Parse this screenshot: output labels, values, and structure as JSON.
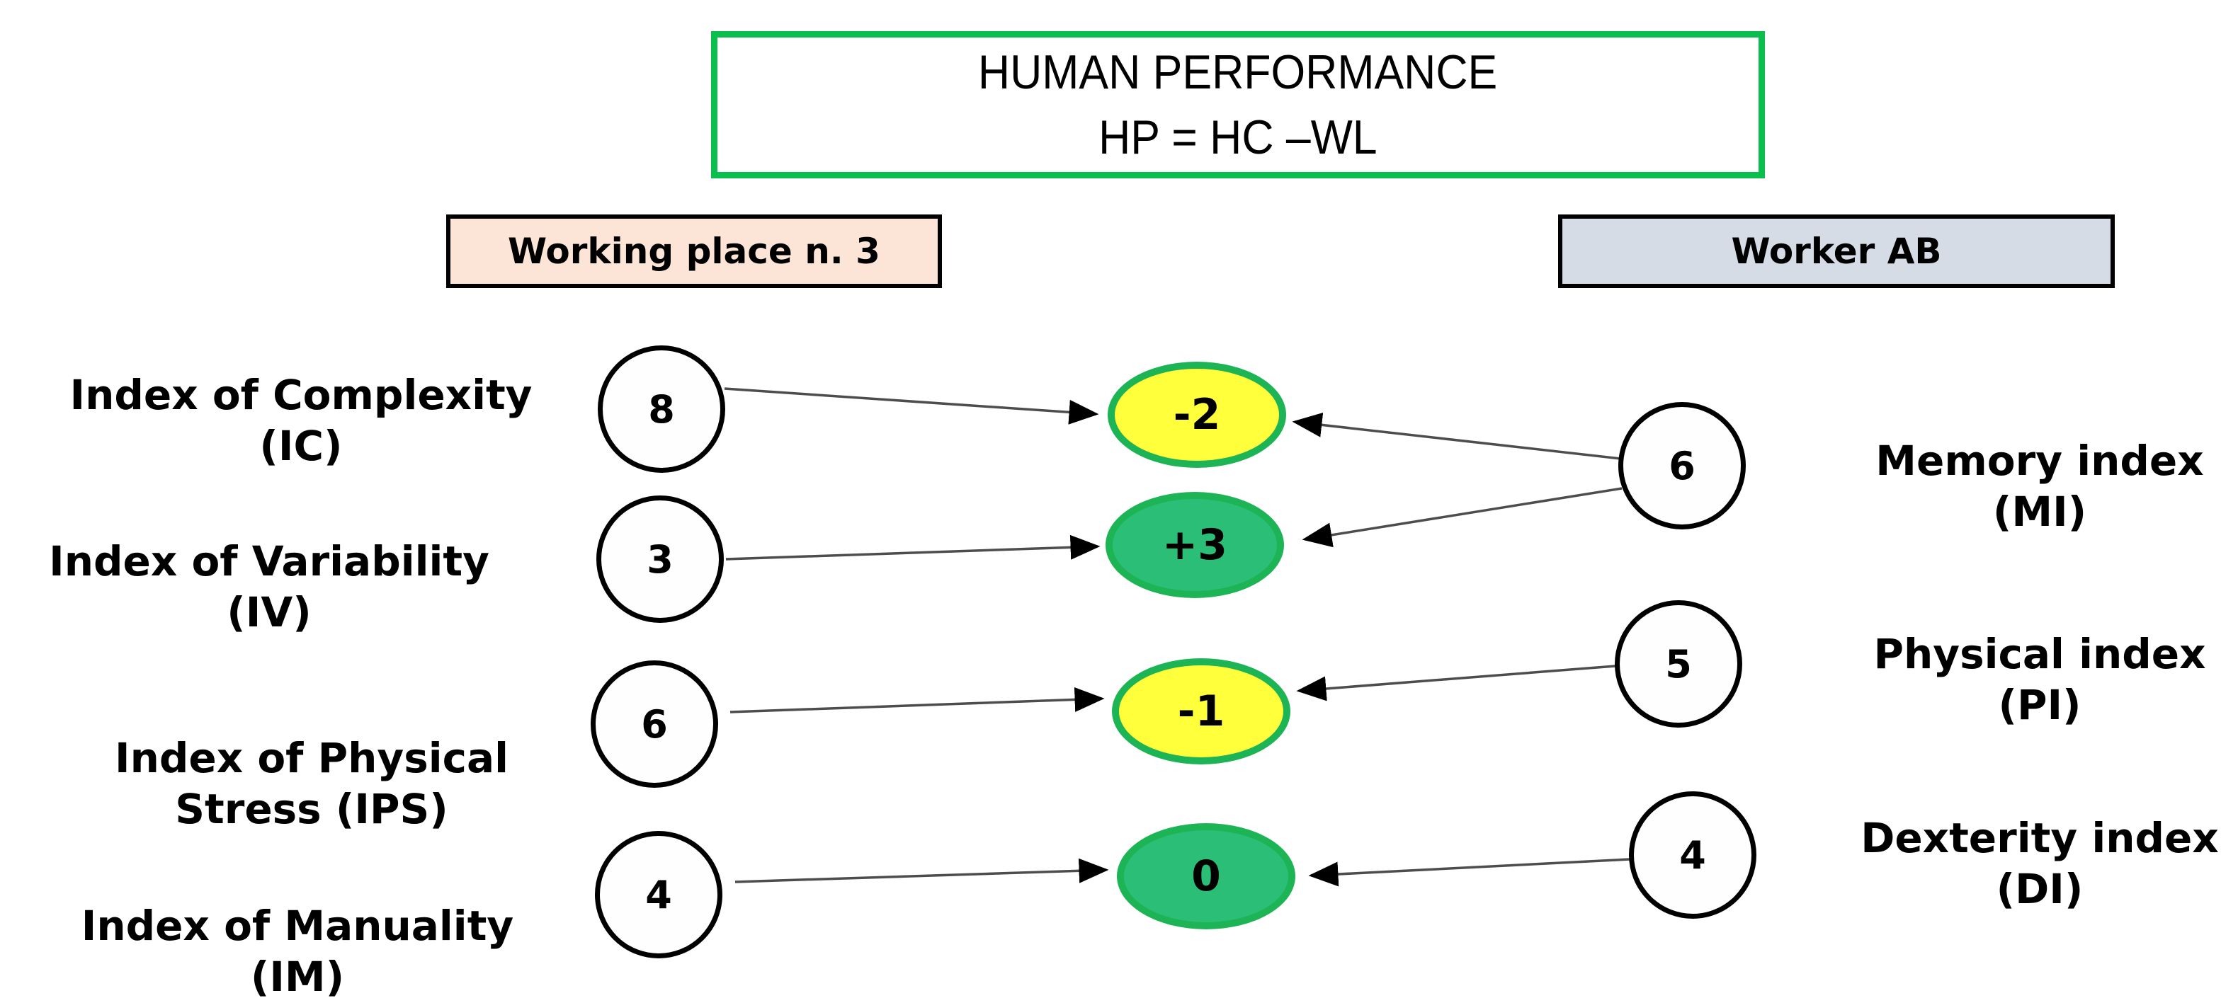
{
  "title": {
    "line1": "HUMAN PERFORMANCE",
    "line2": "HP = HC –WL"
  },
  "workplace": {
    "header": "Working place n. 3",
    "indices": [
      {
        "line1": "Index of Complexity",
        "line2": "(IC)",
        "value": "8"
      },
      {
        "line1": "Index of Variability",
        "line2": "(IV)",
        "value": "3"
      },
      {
        "line1": "Index of Physical",
        "line2": "Stress (IPS)",
        "value": "6"
      },
      {
        "line1": "Index of Manuality",
        "line2": "(IM)",
        "value": "4"
      }
    ]
  },
  "worker": {
    "header": "Worker AB",
    "indices": [
      {
        "line1": "Memory index",
        "line2": "(MI)",
        "value": "6"
      },
      {
        "line1": "Physical index",
        "line2": "(PI)",
        "value": "5"
      },
      {
        "line1": "Dexterity index",
        "line2": "(DI)",
        "value": "4"
      }
    ]
  },
  "results": [
    {
      "value": "-2",
      "fill": "#ffff3c"
    },
    {
      "value": "+3",
      "fill": "#2bbe76"
    },
    {
      "value": "-1",
      "fill": "#ffff3c"
    },
    {
      "value": "0",
      "fill": "#2bbe76"
    }
  ],
  "colors": {
    "title_border": "#0abf4e",
    "result_border": "#1cb454",
    "result_negative_fill": "#ffff3c",
    "result_positive_fill": "#2bbe76",
    "workplace_fill": "#fce4d6",
    "worker_fill": "#d6dce5",
    "connector_line": "#4d4d4d"
  }
}
